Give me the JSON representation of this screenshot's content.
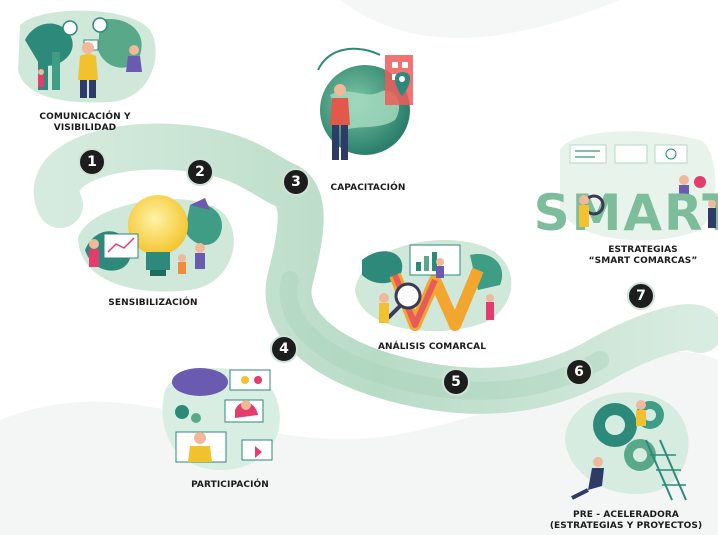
{
  "steps": [
    {
      "number": "1",
      "label": "COMUNICACIÓN Y\nVISIBILIDAD"
    },
    {
      "number": "2",
      "label": "SENSIBILIZACIÓN"
    },
    {
      "number": "3",
      "label": "CAPACITACIÓN"
    },
    {
      "number": "4",
      "label": "PARTICIPACIÓN"
    },
    {
      "number": "5",
      "label": "ANÁLISIS COMARCAL"
    },
    {
      "number": "6",
      "label": "PRE - ACELERADORA\n(ESTRATEGIAS Y PROYECTOS)"
    },
    {
      "number": "7",
      "label": "ESTRATEGIAS\n“SMART COMARCAS”"
    }
  ],
  "smart_word": "SMART",
  "colors": {
    "path": "#c9e2d3",
    "path_dark": "#a9d2bb",
    "teal": "#2d8a7a",
    "green": "#6fb98f",
    "pink": "#e23d6d",
    "yellow": "#f2c12e",
    "purple": "#6b5bb0",
    "orange": "#f08a3c",
    "badge": "#1d1d1d"
  }
}
